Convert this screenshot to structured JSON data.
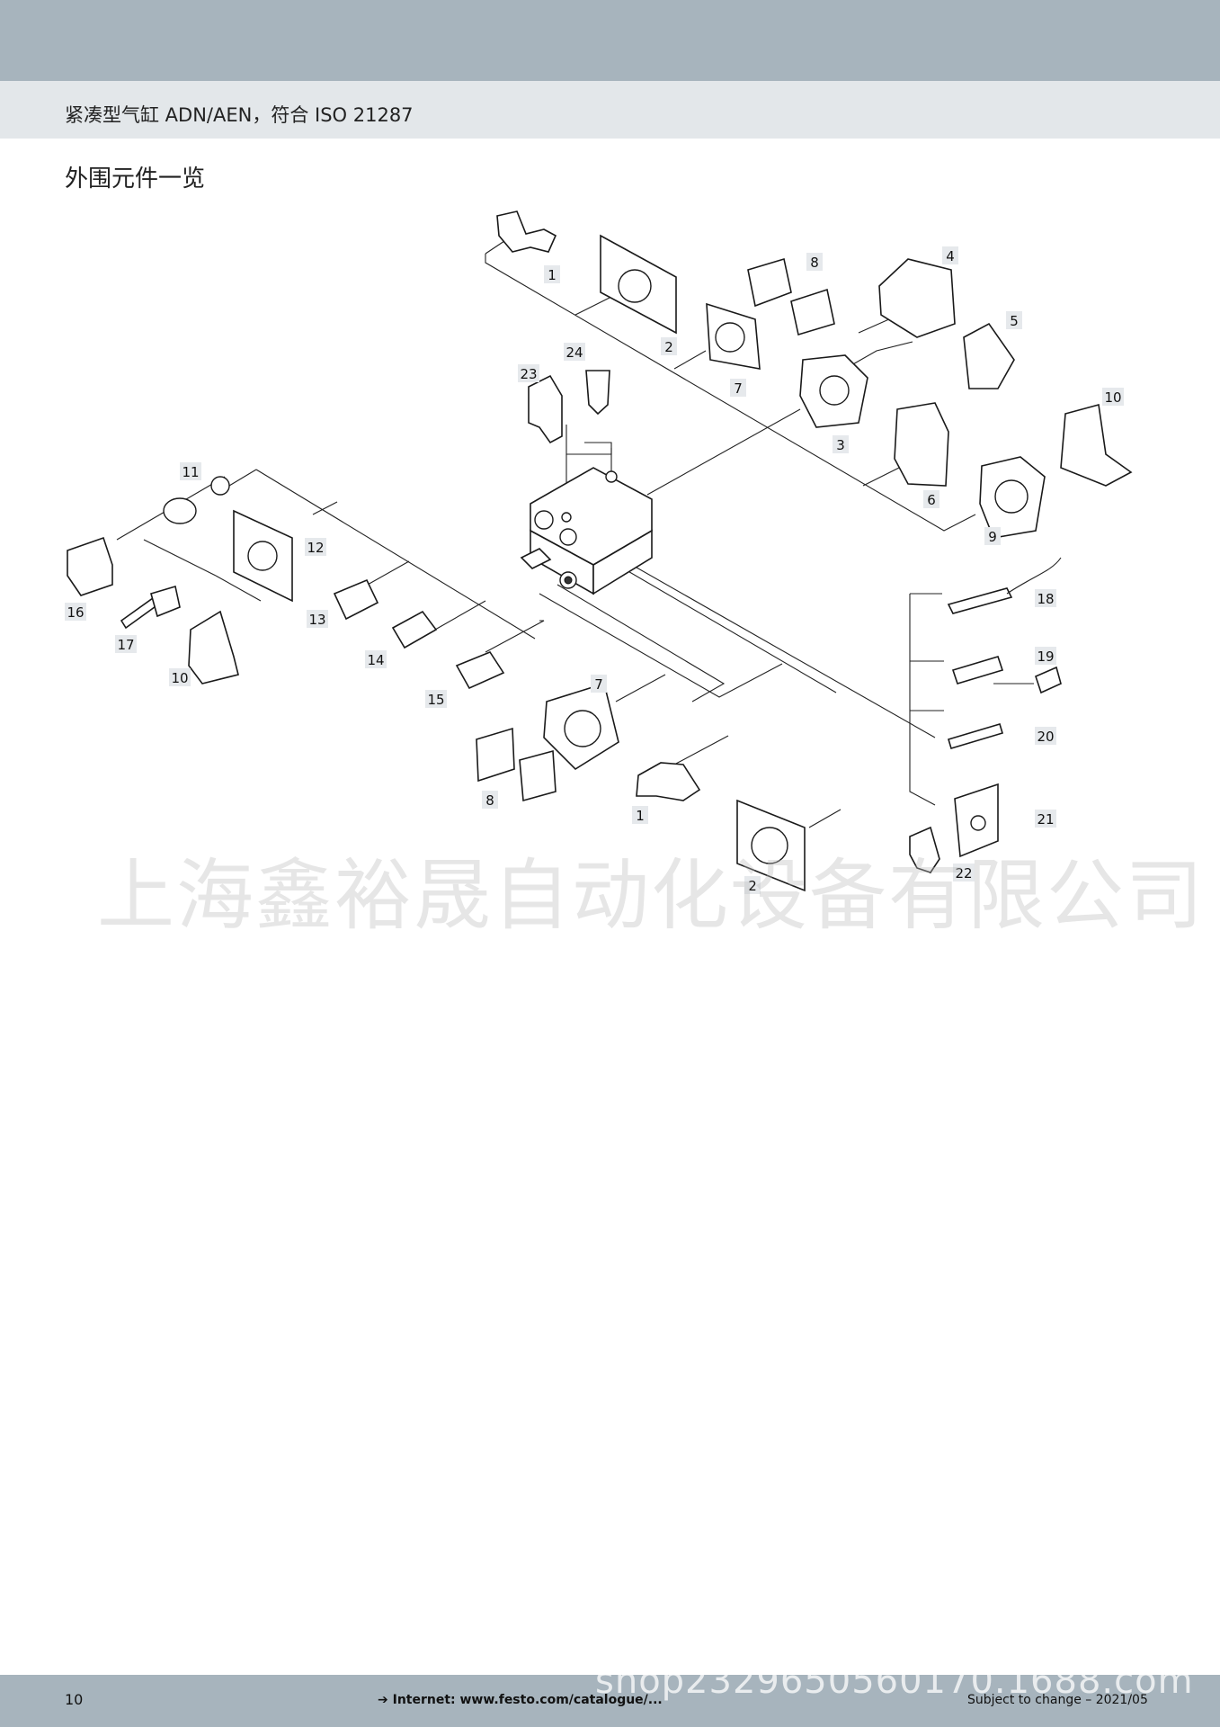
{
  "header": {
    "title": "紧凑型气缸 ADN/AEN，符合 ISO 21287"
  },
  "section": {
    "title": "外围元件一览"
  },
  "diagram": {
    "labels": [
      "1",
      "2",
      "7",
      "8",
      "4",
      "5",
      "10",
      "23",
      "24",
      "3",
      "6",
      "9",
      "11",
      "12",
      "16",
      "17",
      "10",
      "13",
      "14",
      "15",
      "7",
      "8",
      "1",
      "2",
      "18",
      "19",
      "20",
      "21",
      "22"
    ]
  },
  "watermarks": {
    "main": "上海鑫裕晟自动化设备有限公司",
    "footer": "shop2329650560170.1688.com"
  },
  "footer": {
    "page": "10",
    "internet": "➔ Internet: www.festo.com/catalogue/...",
    "change": "Subject to change – 2021/05"
  }
}
